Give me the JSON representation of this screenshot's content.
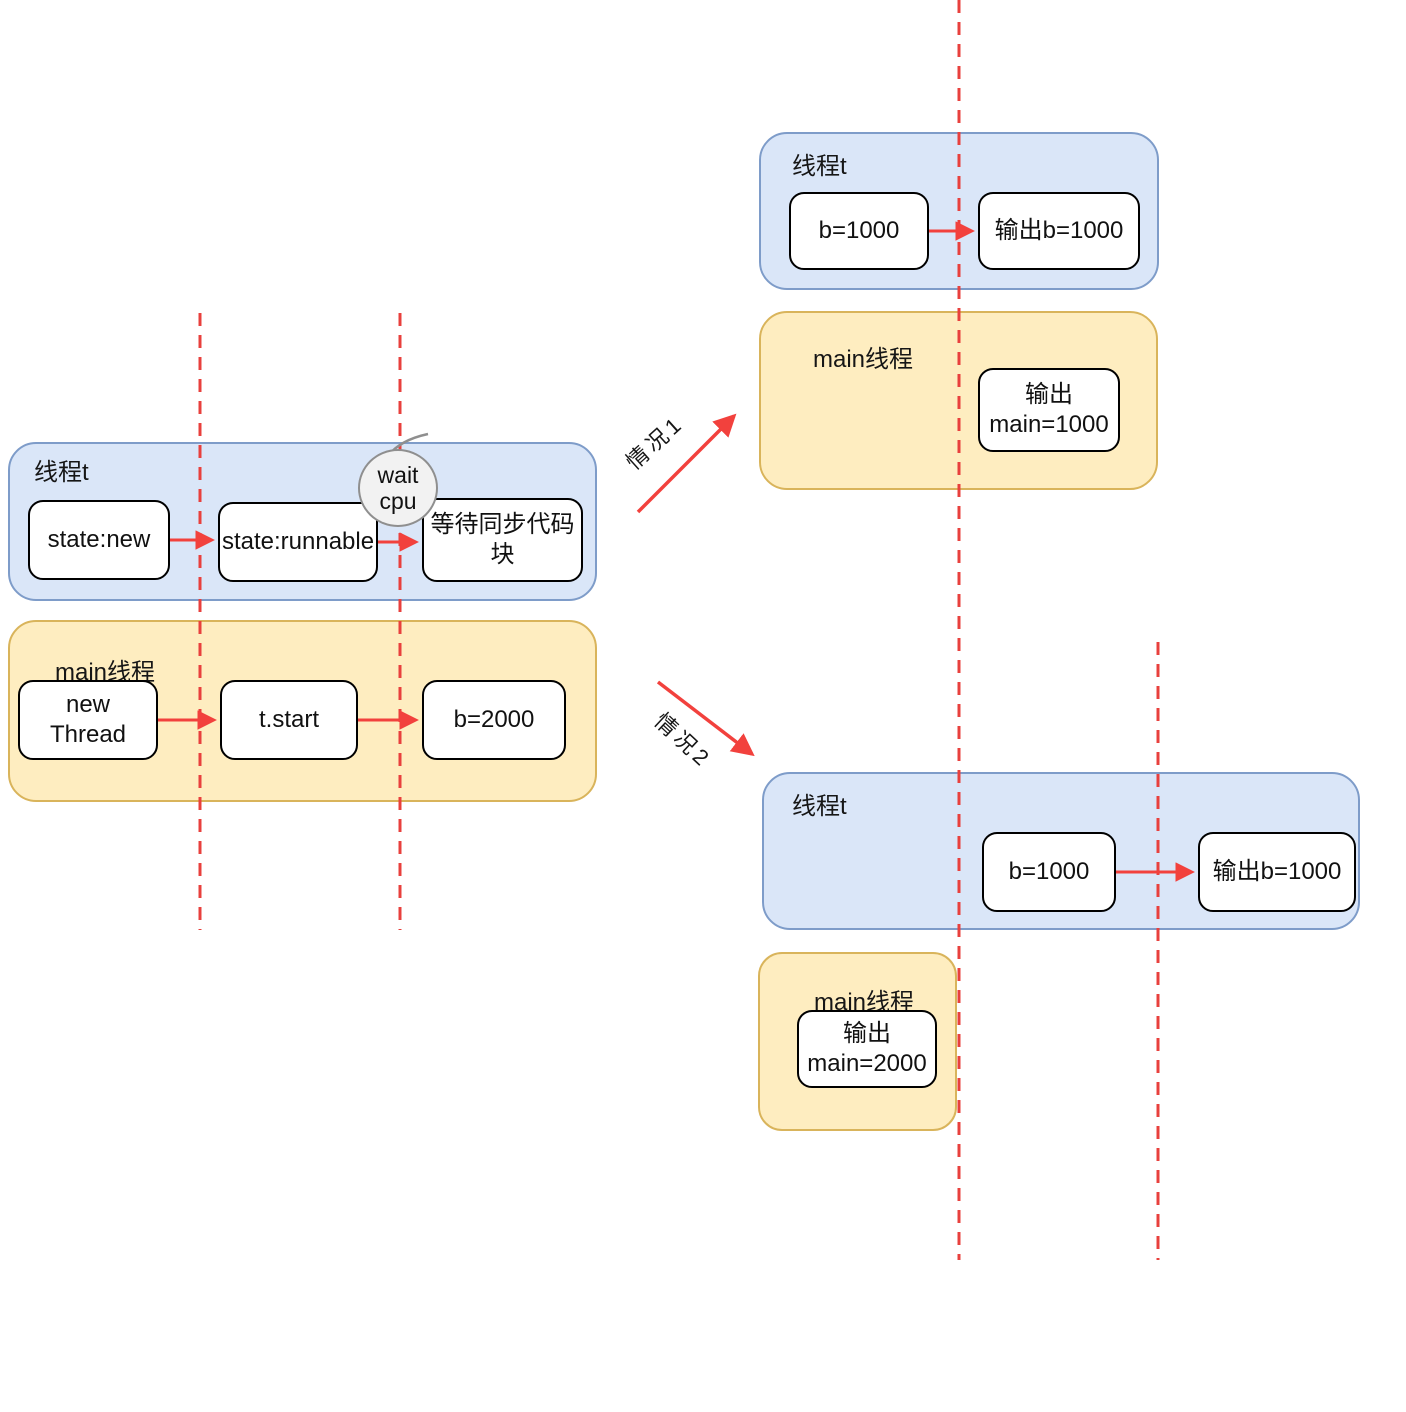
{
  "colors": {
    "blue_fill": "#dae6f8",
    "blue_border": "#7e9cc9",
    "yellow_fill": "#feedc0",
    "yellow_border": "#d9b45b",
    "red": "#f2413d",
    "dash_red": "#e8403d",
    "ellipse_fill": "#f2f2f2",
    "ellipse_border": "#8f8f8f",
    "box_fill": "#ffffff",
    "box_border": "#000000"
  },
  "left": {
    "thread_t": {
      "title": "线程t",
      "steps": {
        "s1": "state:new",
        "s2": "state:runnable",
        "s3": "等待同步代码块"
      },
      "callout": "wait\ncpu"
    },
    "main": {
      "title": "main线程",
      "steps": {
        "s1": "new Thread",
        "s2": "t.start",
        "s3": "b=2000"
      }
    }
  },
  "scenario1": {
    "arrow_label": "情况1",
    "thread_t": {
      "title": "线程t",
      "steps": {
        "b": "b=1000",
        "out": "输出b=1000"
      }
    },
    "main": {
      "title": "main线程",
      "out": "输出\nmain=1000"
    }
  },
  "scenario2": {
    "arrow_label": "情况2",
    "thread_t": {
      "title": "线程t",
      "steps": {
        "b": "b=1000",
        "out": "输出b=1000"
      }
    },
    "main": {
      "title": "main线程",
      "out": "输出\nmain=2000"
    }
  }
}
